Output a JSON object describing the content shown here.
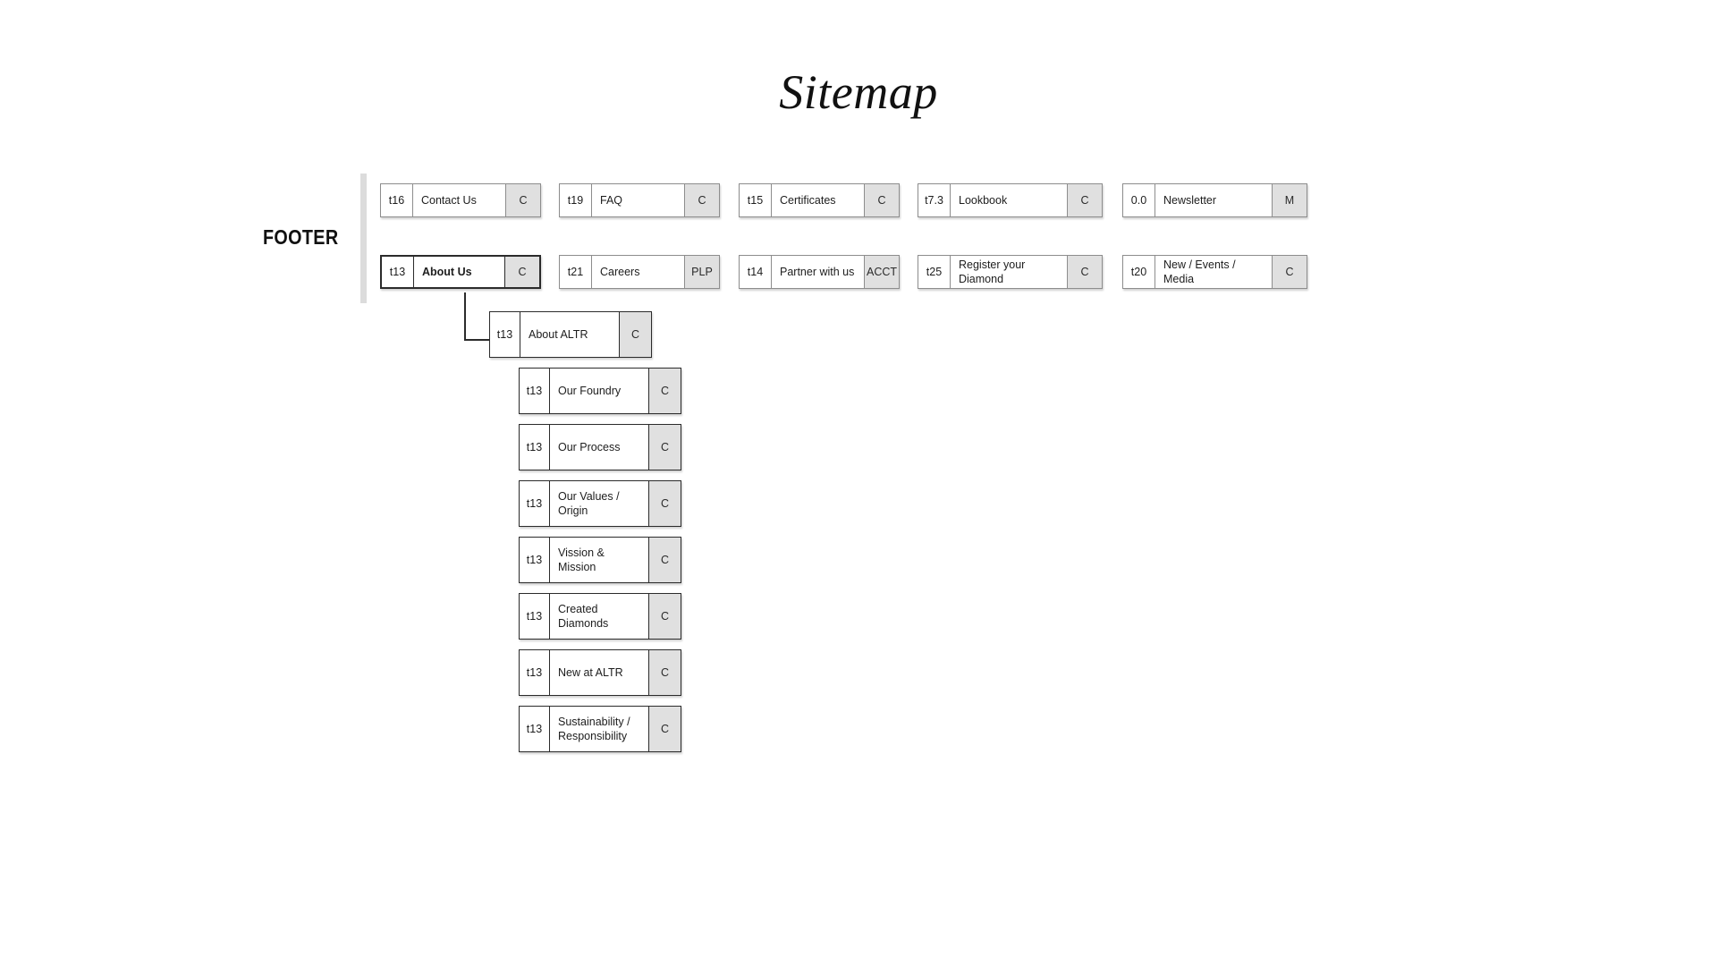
{
  "page": {
    "title": "Sitemap"
  },
  "footer": {
    "label": "FOOTER",
    "rows": [
      [
        {
          "id": "t16",
          "label": "Contact Us",
          "type": "C"
        },
        {
          "id": "t19",
          "label": "FAQ",
          "type": "C"
        },
        {
          "id": "t15",
          "label": "Certificates",
          "type": "C"
        },
        {
          "id": "t7.3",
          "label": "Lookbook",
          "type": "C"
        },
        {
          "id": "0.0",
          "label": "Newsletter",
          "type": "M"
        }
      ],
      [
        {
          "id": "t13",
          "label": "About Us",
          "type": "C",
          "active": true
        },
        {
          "id": "t21",
          "label": "Careers",
          "type": "PLP"
        },
        {
          "id": "t14",
          "label": "Partner with us",
          "type": "ACCT"
        },
        {
          "id": "t25",
          "label": "Register your Diamond",
          "type": "C"
        },
        {
          "id": "t20",
          "label": "New / Events / Media",
          "type": "C"
        }
      ]
    ]
  },
  "branch": {
    "parent": {
      "id": "t13",
      "label": "About ALTR",
      "type": "C"
    },
    "children": [
      {
        "id": "t13",
        "label": "Our Foundry",
        "type": "C"
      },
      {
        "id": "t13",
        "label": "Our Process",
        "type": "C"
      },
      {
        "id": "t13",
        "label": "Our Values / Origin",
        "type": "C"
      },
      {
        "id": "t13",
        "label": "Vission & Mission",
        "type": "C"
      },
      {
        "id": "t13",
        "label": "Created Diamonds",
        "type": "C"
      },
      {
        "id": "t13",
        "label": "New at ALTR",
        "type": "C"
      },
      {
        "id": "t13",
        "label": "Sustainability / Responsibility",
        "type": "C"
      }
    ]
  },
  "colors": {
    "type_cell_fill": "#e0e0e0",
    "border": "#8d8d8d",
    "border_strong": "#2b2b2b",
    "section_bar": "#dcdcdc"
  }
}
